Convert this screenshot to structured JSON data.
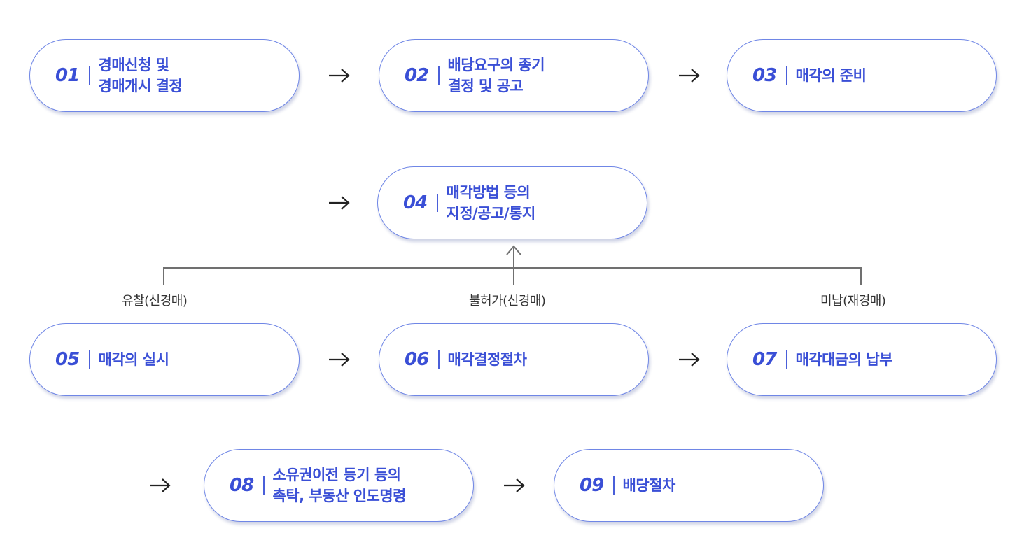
{
  "steps": [
    {
      "num": "01",
      "line1": "경매신청 및",
      "line2": "경매개시 결정"
    },
    {
      "num": "02",
      "line1": "배당요구의 종기",
      "line2": "결정 및 공고"
    },
    {
      "num": "03",
      "line1": "매각의 준비",
      "line2": ""
    },
    {
      "num": "04",
      "line1": "매각방법 등의",
      "line2": "지정/공고/통지"
    },
    {
      "num": "05",
      "line1": "매각의 실시",
      "line2": ""
    },
    {
      "num": "06",
      "line1": "매각결정절차",
      "line2": ""
    },
    {
      "num": "07",
      "line1": "매각대금의 납부",
      "line2": ""
    },
    {
      "num": "08",
      "line1": "소유권이전 등기 등의",
      "line2": "촉탁, 부동산 인도명령"
    },
    {
      "num": "09",
      "line1": "배당절차",
      "line2": ""
    }
  ],
  "branches": {
    "left": "유찰(신경매)",
    "center": "불허가(신경매)",
    "right": "미납(재경매)"
  },
  "colors": {
    "accent": "#3a4fd6",
    "border": "#6f86e6",
    "connector": "#707070",
    "arrow": "#222222"
  }
}
